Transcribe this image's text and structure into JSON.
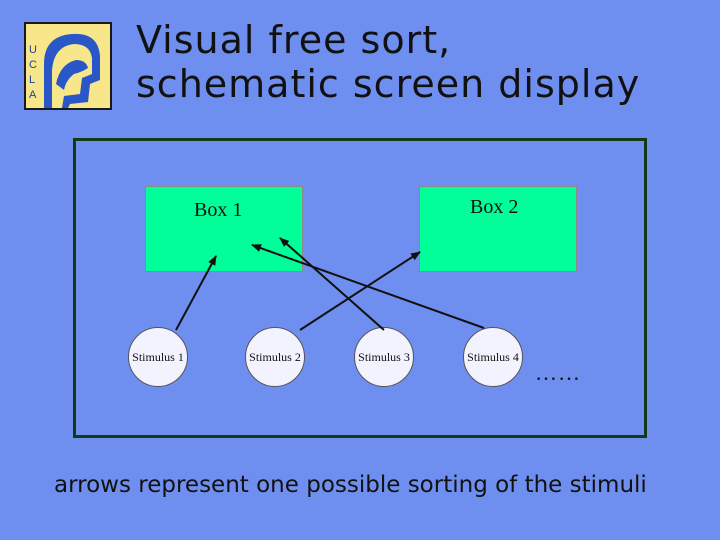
{
  "logo": {
    "letters": [
      "U",
      "C",
      "L",
      "A"
    ]
  },
  "title": {
    "line1": "Visual free sort,",
    "line2": "schematic screen display"
  },
  "boxes": [
    {
      "label": "Box 1"
    },
    {
      "label": "Box 2"
    }
  ],
  "stimuli": [
    {
      "label": "Stimulus 1"
    },
    {
      "label": "Stimulus 2"
    },
    {
      "label": "Stimulus 3"
    },
    {
      "label": "Stimulus 4"
    }
  ],
  "more_indicator": "……",
  "caption": "arrows represent one possible sorting of the stimuli",
  "colors": {
    "background": "#6f8ff0",
    "box_fill": "#00ff99",
    "frame": "#133b13",
    "stimulus_fill": "#f3f3ff"
  }
}
